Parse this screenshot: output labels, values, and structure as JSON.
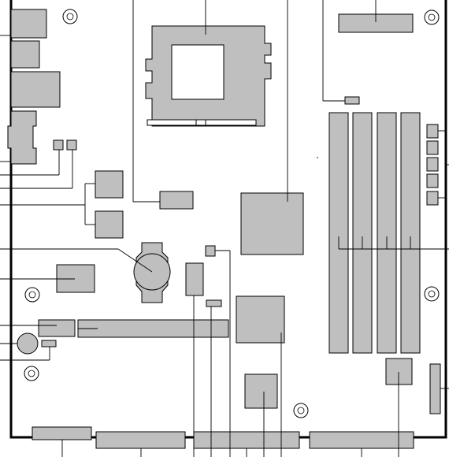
{
  "diagram": {
    "type": "motherboard-layout",
    "colors": {
      "board_edge": "#000000",
      "component_fill": "#bfbfbf",
      "component_stroke": "#000000",
      "background": "#ffffff",
      "leader_line": "#000000"
    },
    "labels_visible": false,
    "components": [
      "back-panel-connector-block-1",
      "back-panel-connector-block-2",
      "back-panel-connector-block-3",
      "back-panel-connector-block-4",
      "processor-socket",
      "power-connector-top",
      "fan-header-top",
      "memory-slot-1",
      "memory-slot-2",
      "memory-slot-3",
      "memory-slot-4",
      "ide-connector-right",
      "audio-header-1",
      "audio-header-2",
      "chip-upper-left",
      "chip-lower-left",
      "fan-header-mid",
      "north-bridge-chip",
      "battery",
      "bios-chip",
      "io-controller-chip",
      "small-jumper",
      "pci-slot",
      "header-left",
      "speaker",
      "south-bridge-chip",
      "lan-chip",
      "power-connector-right",
      "floppy-connector-bottom",
      "ide-connector-bottom-1",
      "ide-connector-bottom-2",
      "ide-connector-bottom-3",
      "front-panel-header",
      "mounting-holes"
    ]
  }
}
